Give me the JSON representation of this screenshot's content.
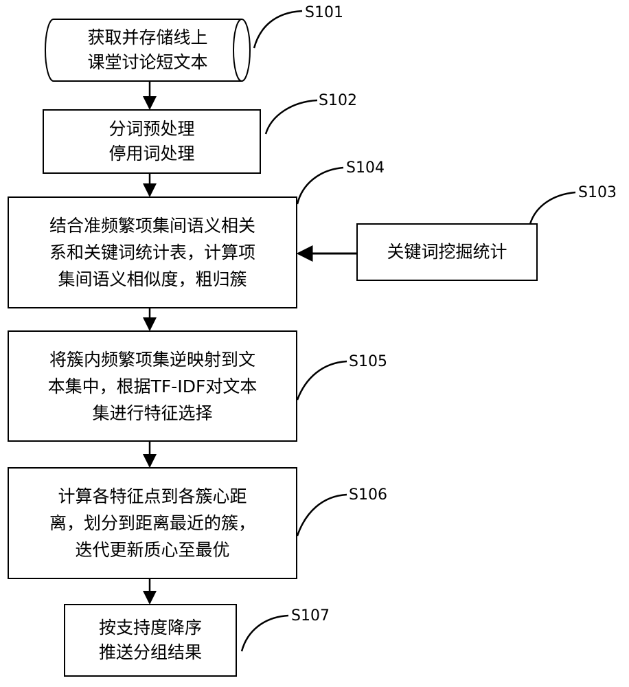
{
  "steps": [
    {
      "id": "S101",
      "lines": [
        "获取并存储线上",
        "课堂讨论短文本"
      ]
    },
    {
      "id": "S102",
      "lines": [
        "分词预处理",
        "停用词处理"
      ]
    },
    {
      "id": "S103",
      "lines": [
        "关键词挖掘统计"
      ]
    },
    {
      "id": "S104",
      "lines": [
        "结合准频繁项集间语义相关",
        "系和关键词统计表，计算项",
        "集间语义相似度，粗归簇"
      ]
    },
    {
      "id": "S105",
      "lines": [
        "将簇内频繁项集逆映射到文",
        "本集中，根据TF-IDF对文本",
        "集进行特征选择"
      ]
    },
    {
      "id": "S106",
      "lines": [
        "计算各特征点到各簇心距",
        "离，划分到距离最近的簇，",
        "迭代更新质心至最优"
      ]
    },
    {
      "id": "S107",
      "lines": [
        "按支持度降序",
        "推送分组结果"
      ]
    }
  ]
}
